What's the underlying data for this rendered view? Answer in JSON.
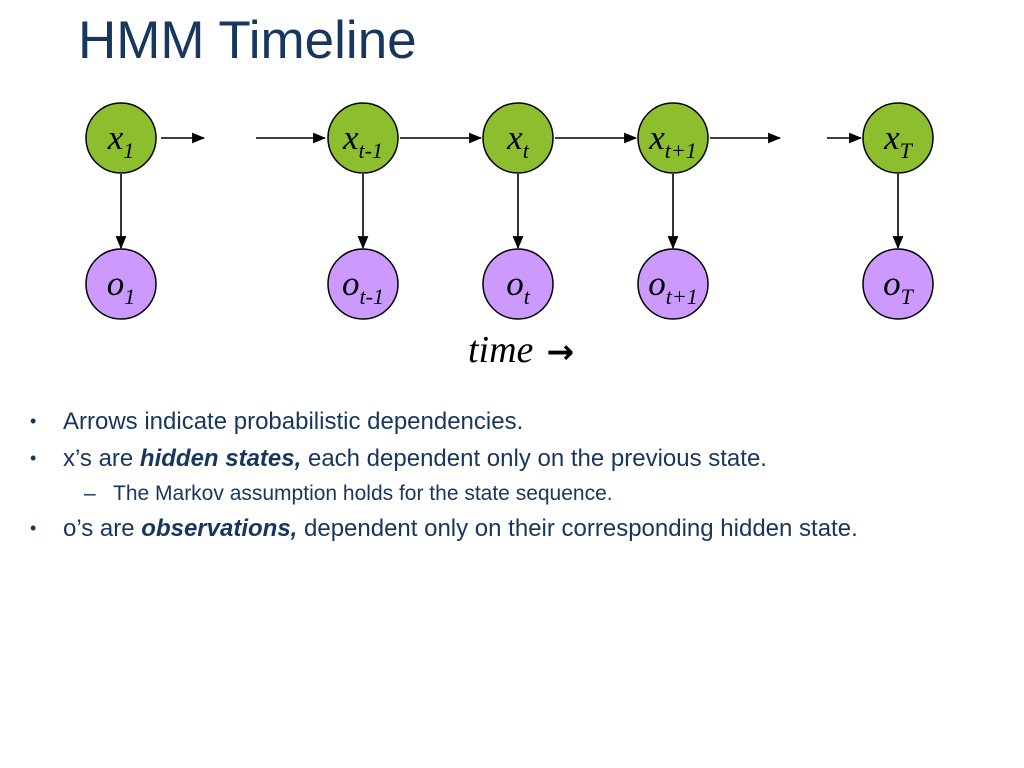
{
  "slide": {
    "title": "HMM Timeline"
  },
  "diagram": {
    "hidden_states": [
      {
        "base": "x",
        "sub": "1"
      },
      {
        "base": "x",
        "sub": "t-1"
      },
      {
        "base": "x",
        "sub": "t"
      },
      {
        "base": "x",
        "sub": "t+1"
      },
      {
        "base": "x",
        "sub": "T"
      }
    ],
    "observations": [
      {
        "base": "o",
        "sub": "1"
      },
      {
        "base": "o",
        "sub": "t-1"
      },
      {
        "base": "o",
        "sub": "t"
      },
      {
        "base": "o",
        "sub": "t+1"
      },
      {
        "base": "o",
        "sub": "T"
      }
    ],
    "time_label": "time",
    "time_arrow": "→",
    "colors": {
      "hidden_fill": "#8CBE2D",
      "observation_fill": "#CC99FF",
      "node_outline": "#000000",
      "arrow": "#000000",
      "title_text": "#17375E",
      "body_text": "#17365D"
    }
  },
  "bullets": {
    "b1": {
      "marker": "•",
      "text": "Arrows indicate probabilistic dependencies."
    },
    "b2": {
      "marker": "•",
      "pre": "x’s are ",
      "em": "hidden states,",
      "post": " each dependent only on the previous state."
    },
    "b2a": {
      "marker": "–",
      "text": "The Markov assumption holds for the state sequence."
    },
    "b3": {
      "marker": "•",
      "pre": "o’s are ",
      "em": "observations,",
      "post": " dependent only on their corresponding hidden state."
    }
  }
}
